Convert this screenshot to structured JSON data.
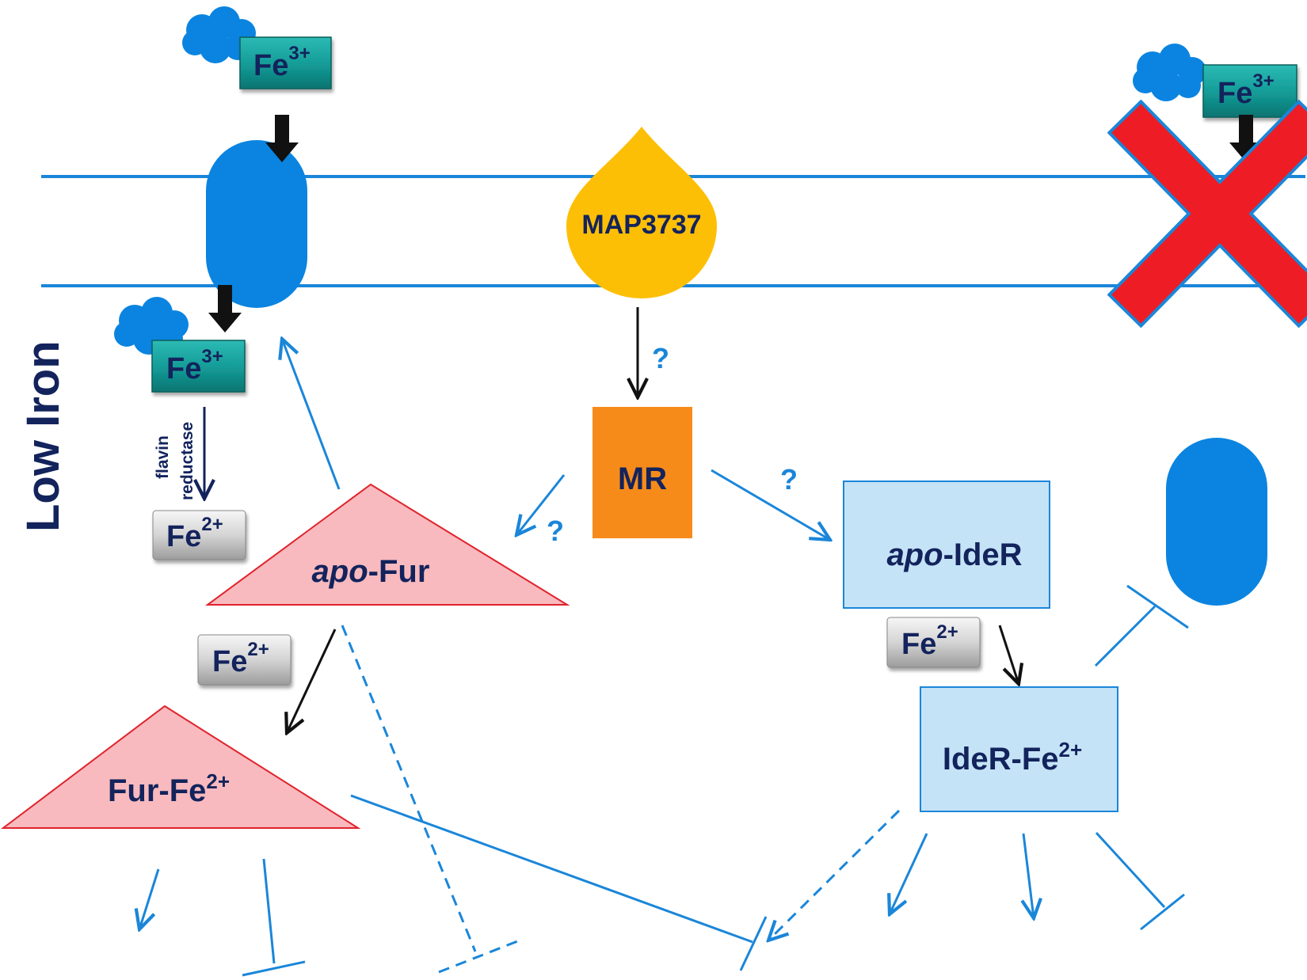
{
  "side_label": "Low Iron",
  "ions": {
    "fe3_base": "Fe",
    "fe3_sup": "3+",
    "fe2_base": "Fe",
    "fe2_sup": "2+"
  },
  "enzyme": {
    "line1": "flavin",
    "line2": "reductase"
  },
  "proteins": {
    "map3737": "MAP3737",
    "mr": "MR",
    "apo_fur_italic": "apo",
    "apo_fur_rest": "-Fur",
    "fur_fe_base": "Fur-Fe",
    "fur_fe_sup": "2+",
    "apo_ider_italic": "apo",
    "apo_ider_rest": "-IdeR",
    "ider_fe_base": "IdeR-Fe",
    "ider_fe_sup": "2+"
  },
  "unknown_mark": "?",
  "colors": {
    "membrane": "#1a86d9",
    "transporter": "#0a84e0",
    "fe3_box": "#139a96",
    "fe2_box": "#c9c9c9",
    "label_navy": "#13235c",
    "map3737_fill": "#fdbf06",
    "mr_fill": "#f78b1a",
    "fur_fill": "#f8babe",
    "fur_stroke": "#e0232d",
    "ider_fill": "#c5e3f7",
    "red_cross": "#ee1c24",
    "question": "#1a86d9"
  }
}
